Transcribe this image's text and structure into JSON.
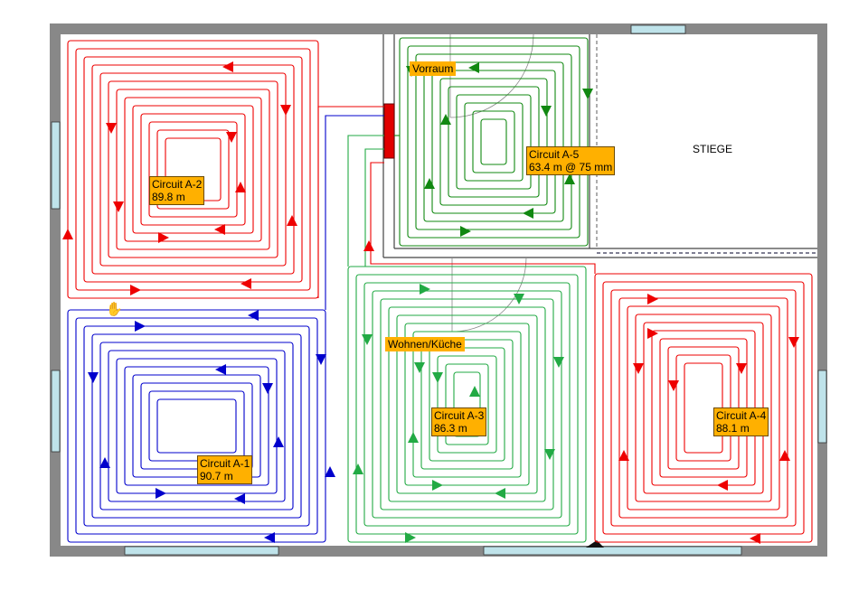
{
  "rooms": {
    "vorraum": "Vorraum",
    "wohnen": "Wohnen/Küche",
    "stiege": "STIEGE"
  },
  "circuits": [
    {
      "id": "a1",
      "name": "Circuit A-1",
      "length": "90.7 m",
      "color": "#0000cc"
    },
    {
      "id": "a2",
      "name": "Circuit A-2",
      "length": "89.8 m",
      "color": "#ee0000"
    },
    {
      "id": "a3",
      "name": "Circuit A-3",
      "length": "86.3 m",
      "color": "#22aa44"
    },
    {
      "id": "a4",
      "name": "Circuit A-4",
      "length": "88.1 m",
      "color": "#ee0000"
    },
    {
      "id": "a5",
      "name": "Circuit A-5",
      "length": "63.4 m @ 75 mm",
      "color": "#118811"
    }
  ],
  "icons": {
    "cursor": "hand-cursor-icon",
    "manifold": "manifold-icon"
  }
}
